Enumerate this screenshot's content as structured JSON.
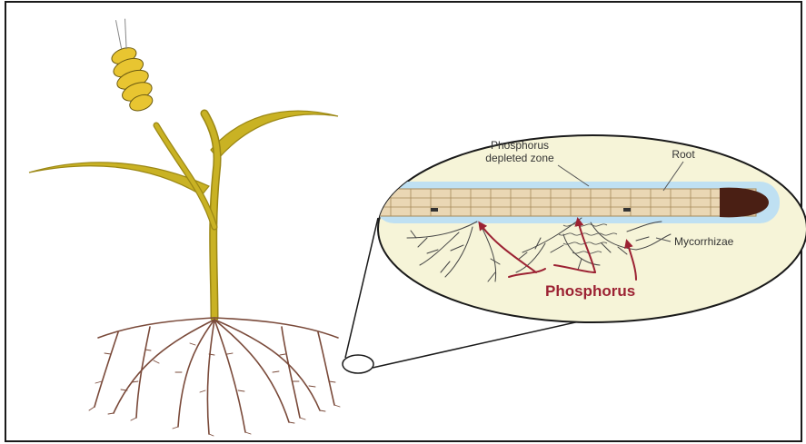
{
  "labels": {
    "depleted_zone_line1": "Phosphorus",
    "depleted_zone_line2": "depleted zone",
    "root": "Root",
    "mycorrhizae": "Mycorrhizae",
    "phosphorus": "Phosphorus"
  },
  "colors": {
    "frame": "#1a1a1a",
    "inset_fill": "#f6f4d8",
    "stem": "#c9b224",
    "stem_dark": "#9b8714",
    "grain": "#e8c531",
    "roots": "#7a4a3a",
    "root_band": "#ead7b4",
    "depleted_zone": "#bfe0f2",
    "root_tip": "#4a1f14",
    "arrow": "#9c2233",
    "hyphae": "#444444",
    "label_text": "#333333"
  }
}
